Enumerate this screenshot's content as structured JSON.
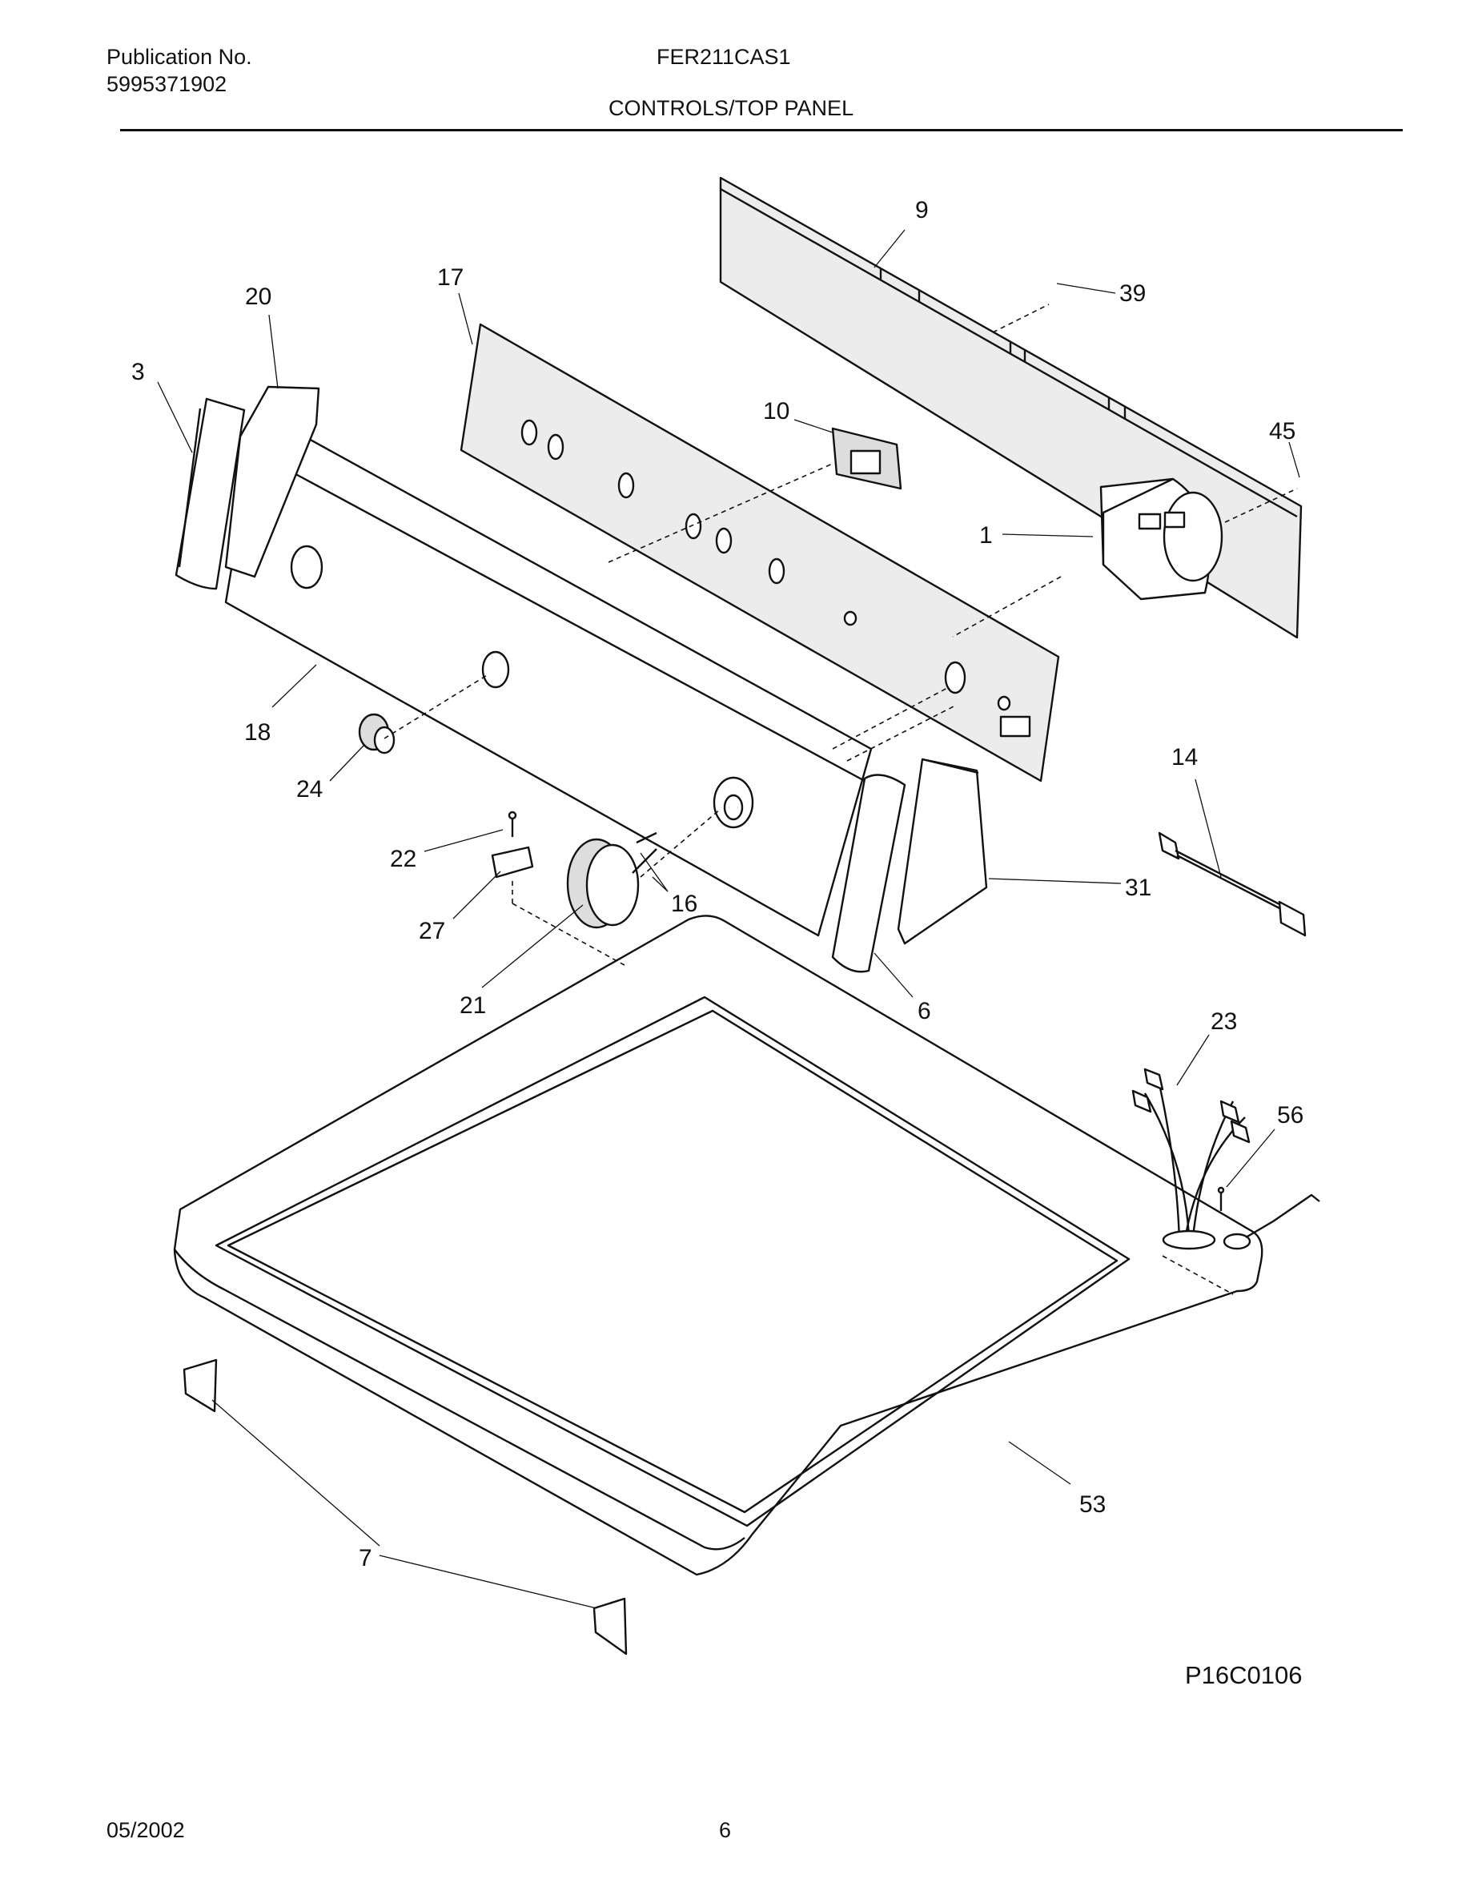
{
  "header": {
    "publication_label": "Publication No.",
    "publication_number": "5995371902",
    "model": "FER211CAS1",
    "section_title": "CONTROLS/TOP PANEL"
  },
  "callouts": {
    "c9": "9",
    "c39": "39",
    "c20": "20",
    "c17": "17",
    "c3": "3",
    "c10": "10",
    "c45": "45",
    "c1": "1",
    "c18": "18",
    "c24": "24",
    "c14": "14",
    "c22": "22",
    "c16": "16",
    "c31": "31",
    "c27": "27",
    "c21": "21",
    "c6": "6",
    "c23": "23",
    "c56": "56",
    "c53": "53",
    "c7": "7"
  },
  "figure_id": "P16C0106",
  "footer": {
    "date": "05/2002",
    "page": "6"
  }
}
